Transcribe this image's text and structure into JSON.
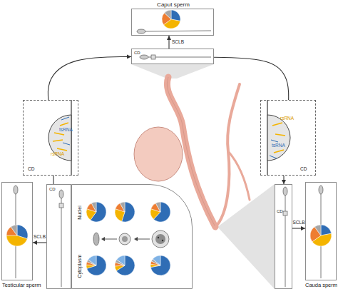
{
  "diagram": {
    "nodes": [
      {
        "text": [
          "Caput sperm"
        ]
      },
      {
        "text": [
          "CD"
        ]
      },
      {
        "text": [
          "tsRNA",
          "rsRNA",
          "CD"
        ]
      },
      {
        "text": [
          "rsRNA",
          "tsRNA",
          "CD"
        ]
      },
      {
        "text": [
          "Nuclei",
          "Cytoplasm"
        ]
      },
      {
        "text": [
          "CD"
        ]
      },
      {
        "text": [
          "Testicular sperm"
        ]
      },
      {
        "text": [
          "CD"
        ]
      },
      {
        "text": [
          "Cauda sperm"
        ]
      }
    ],
    "edges": [
      {
        "from": 1,
        "to": 0,
        "label": "SCLB",
        "arrow": "to"
      },
      {
        "from": 5,
        "to": 6,
        "label": "SCLB",
        "arrow": "to"
      },
      {
        "from": 7,
        "to": 8,
        "label": "SCLB",
        "arrow": "to"
      },
      {
        "from": 5,
        "to": 2,
        "arrow": "none"
      },
      {
        "from": 2,
        "to": 1,
        "arrow": "to"
      },
      {
        "from": 1,
        "to": 3,
        "arrow": "none"
      },
      {
        "from": 3,
        "to": 7,
        "arrow": "to"
      }
    ]
  }
}
